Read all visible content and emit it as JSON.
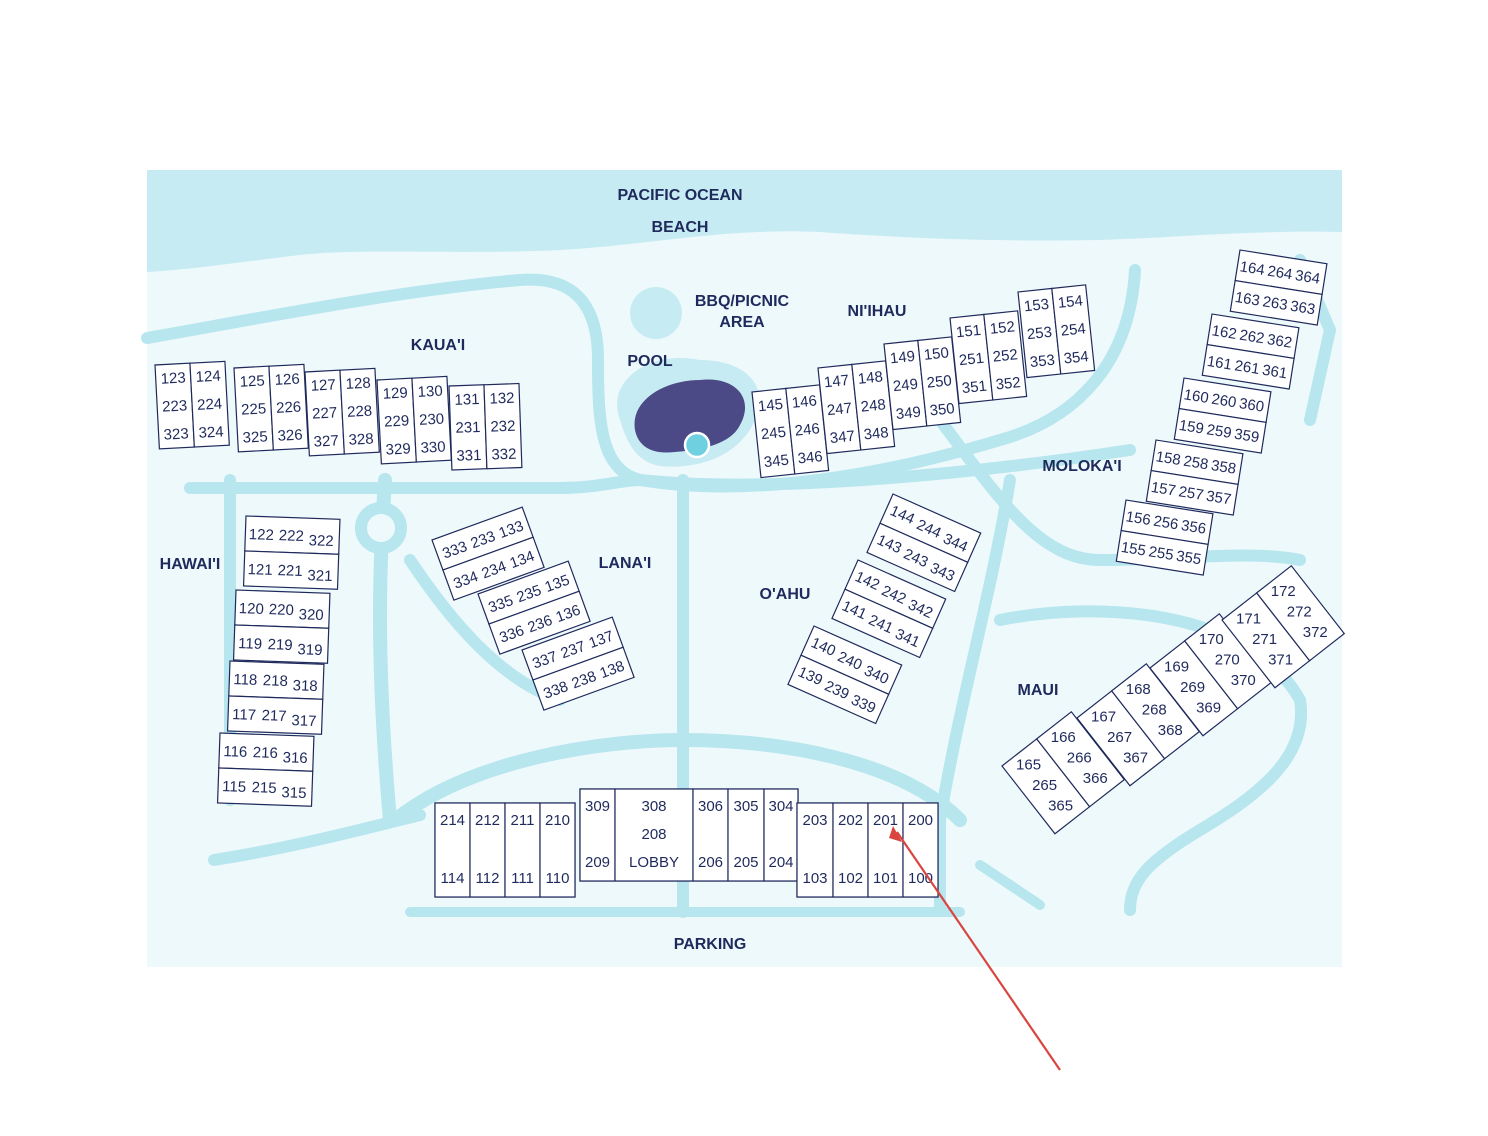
{
  "colors": {
    "ocean": "#c7ebf2",
    "ground": "#eef9fc",
    "paths": "#b7e6ee",
    "pool": "#4b4a86",
    "building_outline": "#1f2a5c",
    "arrow": "#d9463f"
  },
  "labels": {
    "ocean": "PACIFIC OCEAN",
    "beach": "BEACH",
    "bbq_line1": "BBQ/PICNIC",
    "bbq_line2": "AREA",
    "pool": "POOL",
    "kauai": "KAUA'I",
    "niihau": "NI'IHAU",
    "molokai": "MOLOKA'I",
    "hawaii": "HAWAI'I",
    "lanai": "LANA'I",
    "oahu": "O'AHU",
    "maui": "MAUI",
    "parking": "PARKING"
  },
  "buildings": {
    "kauai": [
      [
        "123",
        "223",
        "323"
      ],
      [
        "124",
        "224",
        "324"
      ],
      [
        "125",
        "225",
        "325"
      ],
      [
        "126",
        "226",
        "326"
      ],
      [
        "127",
        "227",
        "327"
      ],
      [
        "128",
        "228",
        "328"
      ],
      [
        "129",
        "229",
        "329"
      ],
      [
        "130",
        "230",
        "330"
      ],
      [
        "131",
        "231",
        "331"
      ],
      [
        "132",
        "232",
        "332"
      ]
    ],
    "niihau": [
      [
        "145",
        "245",
        "345"
      ],
      [
        "146",
        "246",
        "346"
      ],
      [
        "147",
        "247",
        "347"
      ],
      [
        "148",
        "248",
        "348"
      ],
      [
        "149",
        "249",
        "349"
      ],
      [
        "150",
        "250",
        "350"
      ],
      [
        "151",
        "251",
        "351"
      ],
      [
        "152",
        "252",
        "352"
      ],
      [
        "153",
        "253",
        "353"
      ],
      [
        "154",
        "254",
        "354"
      ]
    ],
    "molokai": [
      [
        "164",
        "264",
        "364"
      ],
      [
        "163",
        "263",
        "363"
      ],
      [
        "162",
        "262",
        "362"
      ],
      [
        "161",
        "261",
        "361"
      ],
      [
        "160",
        "260",
        "360"
      ],
      [
        "159",
        "259",
        "359"
      ],
      [
        "158",
        "258",
        "358"
      ],
      [
        "157",
        "257",
        "357"
      ],
      [
        "156",
        "256",
        "356"
      ],
      [
        "155",
        "255",
        "355"
      ]
    ],
    "hawaii": [
      [
        "122",
        "222",
        "322"
      ],
      [
        "121",
        "221",
        "321"
      ],
      [
        "120",
        "220",
        "320"
      ],
      [
        "119",
        "219",
        "319"
      ],
      [
        "118",
        "218",
        "318"
      ],
      [
        "117",
        "217",
        "317"
      ],
      [
        "116",
        "216",
        "316"
      ],
      [
        "115",
        "215",
        "315"
      ]
    ],
    "lanai": [
      [
        "333",
        "233",
        "133"
      ],
      [
        "334",
        "234",
        "134"
      ],
      [
        "335",
        "235",
        "135"
      ],
      [
        "336",
        "236",
        "136"
      ],
      [
        "337",
        "237",
        "137"
      ],
      [
        "338",
        "238",
        "138"
      ]
    ],
    "oahu": [
      [
        "144",
        "244",
        "344"
      ],
      [
        "143",
        "243",
        "343"
      ],
      [
        "142",
        "242",
        "342"
      ],
      [
        "141",
        "241",
        "341"
      ],
      [
        "140",
        "240",
        "340"
      ],
      [
        "139",
        "239",
        "339"
      ]
    ],
    "maui": [
      [
        "165",
        "265",
        "365"
      ],
      [
        "166",
        "266",
        "366"
      ],
      [
        "167",
        "267",
        "367"
      ],
      [
        "168",
        "268",
        "368"
      ],
      [
        "169",
        "269",
        "369"
      ],
      [
        "170",
        "270",
        "370"
      ],
      [
        "171",
        "271",
        "371"
      ],
      [
        "172",
        "272",
        "372"
      ]
    ],
    "lobby_left": [
      [
        "214",
        "114"
      ],
      [
        "212",
        "112"
      ],
      [
        "211",
        "111"
      ],
      [
        "210",
        "110"
      ]
    ],
    "lobby_center": [
      [
        "309",
        "209"
      ],
      [
        "308",
        "208",
        "LOBBY"
      ],
      [
        "306",
        "206"
      ],
      [
        "305",
        "205"
      ],
      [
        "304",
        "204"
      ]
    ],
    "lobby_right": [
      [
        "203",
        "103"
      ],
      [
        "202",
        "102"
      ],
      [
        "201",
        "101"
      ],
      [
        "200",
        "100"
      ]
    ]
  },
  "arrow": {
    "points_to_unit": "201"
  }
}
